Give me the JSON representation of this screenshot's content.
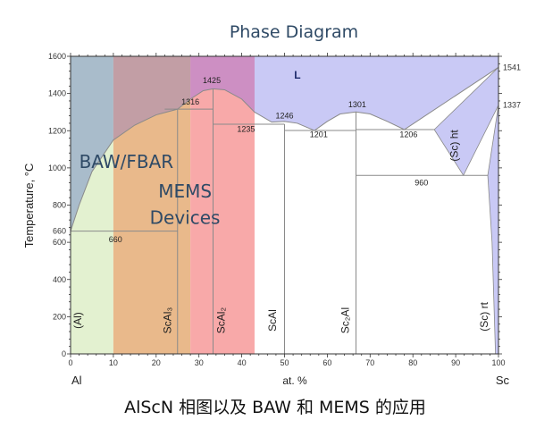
{
  "title": "Phase Diagram",
  "caption": "AlScN 相图以及 BAW 和 MEMS 的应用",
  "colors": {
    "title": "#2f4a66",
    "liquid": "#c9c9f5",
    "band_al_low": "#e3f1d0",
    "band_al_high": "#a9bccb",
    "band_mems_low": "#e9b98b",
    "band_mems_high": "#c29ea5",
    "band_scal2_low": "#f8a9a9",
    "band_scal2_high": "#cd8fc3",
    "line": "#8a8a8a"
  },
  "chart_data": {
    "type": "phase-diagram",
    "title": "Phase Diagram",
    "xlabel": "at. %",
    "ylabel": "Temperature, °C",
    "x_end_labels": [
      "Al",
      "Sc"
    ],
    "xlim": [
      0,
      100
    ],
    "ylim": [
      0,
      1600
    ],
    "x_ticks": [
      0,
      10,
      20,
      30,
      40,
      50,
      60,
      70,
      80,
      90,
      100
    ],
    "y_ticks": [
      0,
      200,
      400,
      600,
      800,
      1000,
      1200,
      1400,
      1600
    ],
    "y_extra_tick": 660,
    "right_axis_labels": [
      1541,
      1337
    ],
    "liquidus": [
      [
        0,
        660
      ],
      [
        2,
        800
      ],
      [
        5,
        980
      ],
      [
        10,
        1150
      ],
      [
        15,
        1230
      ],
      [
        20,
        1285
      ],
      [
        25,
        1316
      ],
      [
        28,
        1370
      ],
      [
        31,
        1415
      ],
      [
        33.3,
        1425
      ],
      [
        36,
        1420
      ],
      [
        40,
        1370
      ],
      [
        43,
        1300
      ],
      [
        47,
        1246
      ],
      [
        50,
        1250
      ],
      [
        53,
        1240
      ],
      [
        57,
        1201
      ],
      [
        60,
        1250
      ],
      [
        63,
        1290
      ],
      [
        66.7,
        1301
      ],
      [
        70,
        1290
      ],
      [
        74,
        1250
      ],
      [
        78,
        1206
      ],
      [
        100,
        1541
      ]
    ],
    "sc_ht_region": [
      [
        85,
        1206
      ],
      [
        100,
        1541
      ],
      [
        100,
        1337
      ],
      [
        91.8,
        960
      ]
    ],
    "sc_rt_region": [
      [
        100,
        1337
      ],
      [
        97.5,
        960
      ],
      [
        98.5,
        600
      ],
      [
        99.3,
        0
      ],
      [
        100,
        0
      ]
    ],
    "bands": [
      {
        "name": "BAW/FBAR",
        "from": 0,
        "to": 10
      },
      {
        "name": "MEMS Devices",
        "from": 10,
        "to": 28
      },
      {
        "name": "ScAl2",
        "from": 28,
        "to": 43
      }
    ],
    "lines": [
      {
        "from": [
          0,
          660
        ],
        "to": [
          25,
          660
        ]
      },
      {
        "from": [
          25,
          0
        ],
        "to": [
          25,
          1316
        ]
      },
      {
        "from": [
          22,
          1316
        ],
        "to": [
          33.3,
          1316
        ]
      },
      {
        "from": [
          33.3,
          0
        ],
        "to": [
          33.3,
          1425
        ]
      },
      {
        "from": [
          33.3,
          1235
        ],
        "to": [
          50,
          1235
        ]
      },
      {
        "from": [
          50,
          0
        ],
        "to": [
          50,
          1235
        ]
      },
      {
        "from": [
          50,
          1201
        ],
        "to": [
          66.7,
          1201
        ]
      },
      {
        "from": [
          66.7,
          0
        ],
        "to": [
          66.7,
          1301
        ]
      },
      {
        "from": [
          66.7,
          1206
        ],
        "to": [
          85,
          1206
        ]
      },
      {
        "from": [
          66.7,
          960
        ],
        "to": [
          97.5,
          960
        ]
      }
    ],
    "temperature_labels": [
      {
        "text": "1425",
        "x": 33,
        "y": 1455
      },
      {
        "text": "1316",
        "x": 28,
        "y": 1340
      },
      {
        "text": "1235",
        "x": 41,
        "y": 1195
      },
      {
        "text": "1246",
        "x": 50,
        "y": 1265
      },
      {
        "text": "1301",
        "x": 67,
        "y": 1325
      },
      {
        "text": "1201",
        "x": 58,
        "y": 1165
      },
      {
        "text": "1206",
        "x": 79,
        "y": 1165
      },
      {
        "text": "960",
        "x": 82,
        "y": 905
      },
      {
        "text": "660",
        "x": 10.5,
        "y": 600
      }
    ],
    "phase_labels": [
      {
        "text": "L",
        "x": 53,
        "y": 1480,
        "rotate": false
      },
      {
        "text": "(Al)",
        "x": 2.5,
        "y": 180,
        "rotate": true
      },
      {
        "text": "ScAl₃",
        "x": 23.5,
        "y": 180,
        "rotate": true
      },
      {
        "text": "ScAl₂",
        "x": 36,
        "y": 180,
        "rotate": true
      },
      {
        "text": "ScAl",
        "x": 48,
        "y": 180,
        "rotate": true
      },
      {
        "text": "Sc₂Al",
        "x": 65,
        "y": 180,
        "rotate": true
      },
      {
        "text": "(Sc) ht",
        "x": 90.5,
        "y": 1120,
        "rotate": true
      },
      {
        "text": "(Sc) rt",
        "x": 97.5,
        "y": 200,
        "rotate": true
      }
    ],
    "annotations": [
      {
        "text": "BAW/FBAR",
        "x": 2,
        "y": 1000
      },
      {
        "text": "MEMS",
        "x": 20.5,
        "y": 840
      },
      {
        "text": "Devices",
        "x": 18.5,
        "y": 700
      }
    ]
  }
}
